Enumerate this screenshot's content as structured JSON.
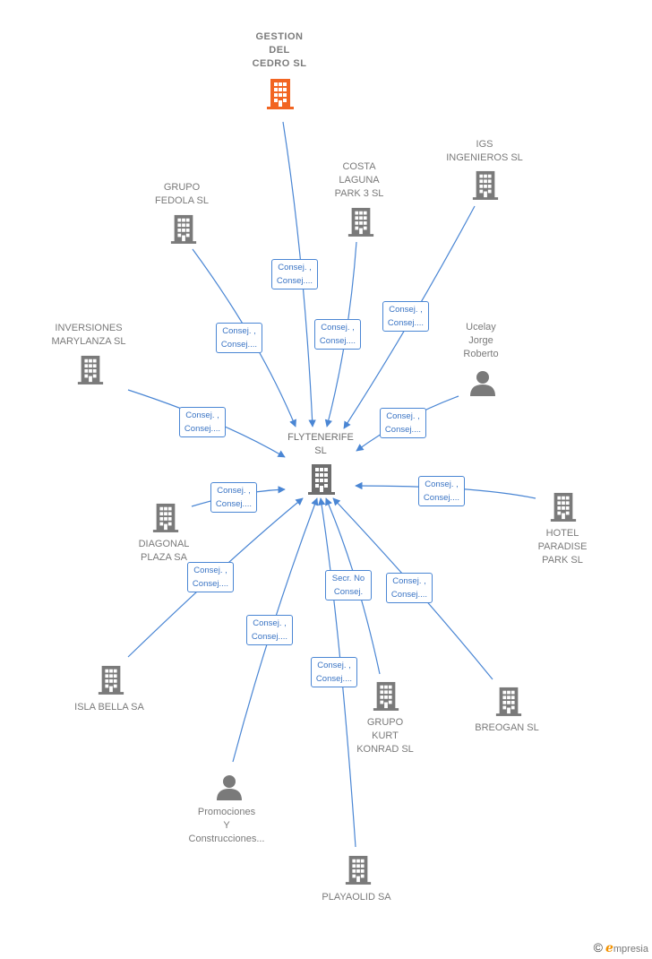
{
  "center": {
    "name": "FLYTENERIFE\nSL"
  },
  "nodes": {
    "gestion": {
      "name": "GESTION\nDEL\nCEDRO  SL"
    },
    "igs": {
      "name": "IGS\nINGENIEROS SL"
    },
    "costa": {
      "name": "COSTA\nLAGUNA\nPARK 3 SL"
    },
    "fedola": {
      "name": "GRUPO\nFEDOLA SL"
    },
    "marylanza": {
      "name": "INVERSIONES\nMARYLANZA SL"
    },
    "ucelay": {
      "name": "Ucelay\nJorge\nRoberto"
    },
    "hotel": {
      "name": "HOTEL\nPARADISE\nPARK SL"
    },
    "diagonal": {
      "name": "DIAGONAL\nPLAZA SA"
    },
    "isla": {
      "name": "ISLA BELLA SA"
    },
    "kurt": {
      "name": "GRUPO\nKURT\nKONRAD  SL"
    },
    "breogan": {
      "name": "BREOGAN SL"
    },
    "promociones": {
      "name": "Promociones\nY\nConstrucciones..."
    },
    "playaolid": {
      "name": "PLAYAOLID SA"
    }
  },
  "edge_labels": {
    "consej": "Consej. ,\nConsej....",
    "secr": "Secr.  No\nConsej."
  },
  "colors": {
    "highlight": "#f26522",
    "node": "#7a7a7a",
    "edge": "#4a86d4"
  },
  "brand": {
    "copyright": "©",
    "name": "mpresia",
    "initial": "e"
  }
}
